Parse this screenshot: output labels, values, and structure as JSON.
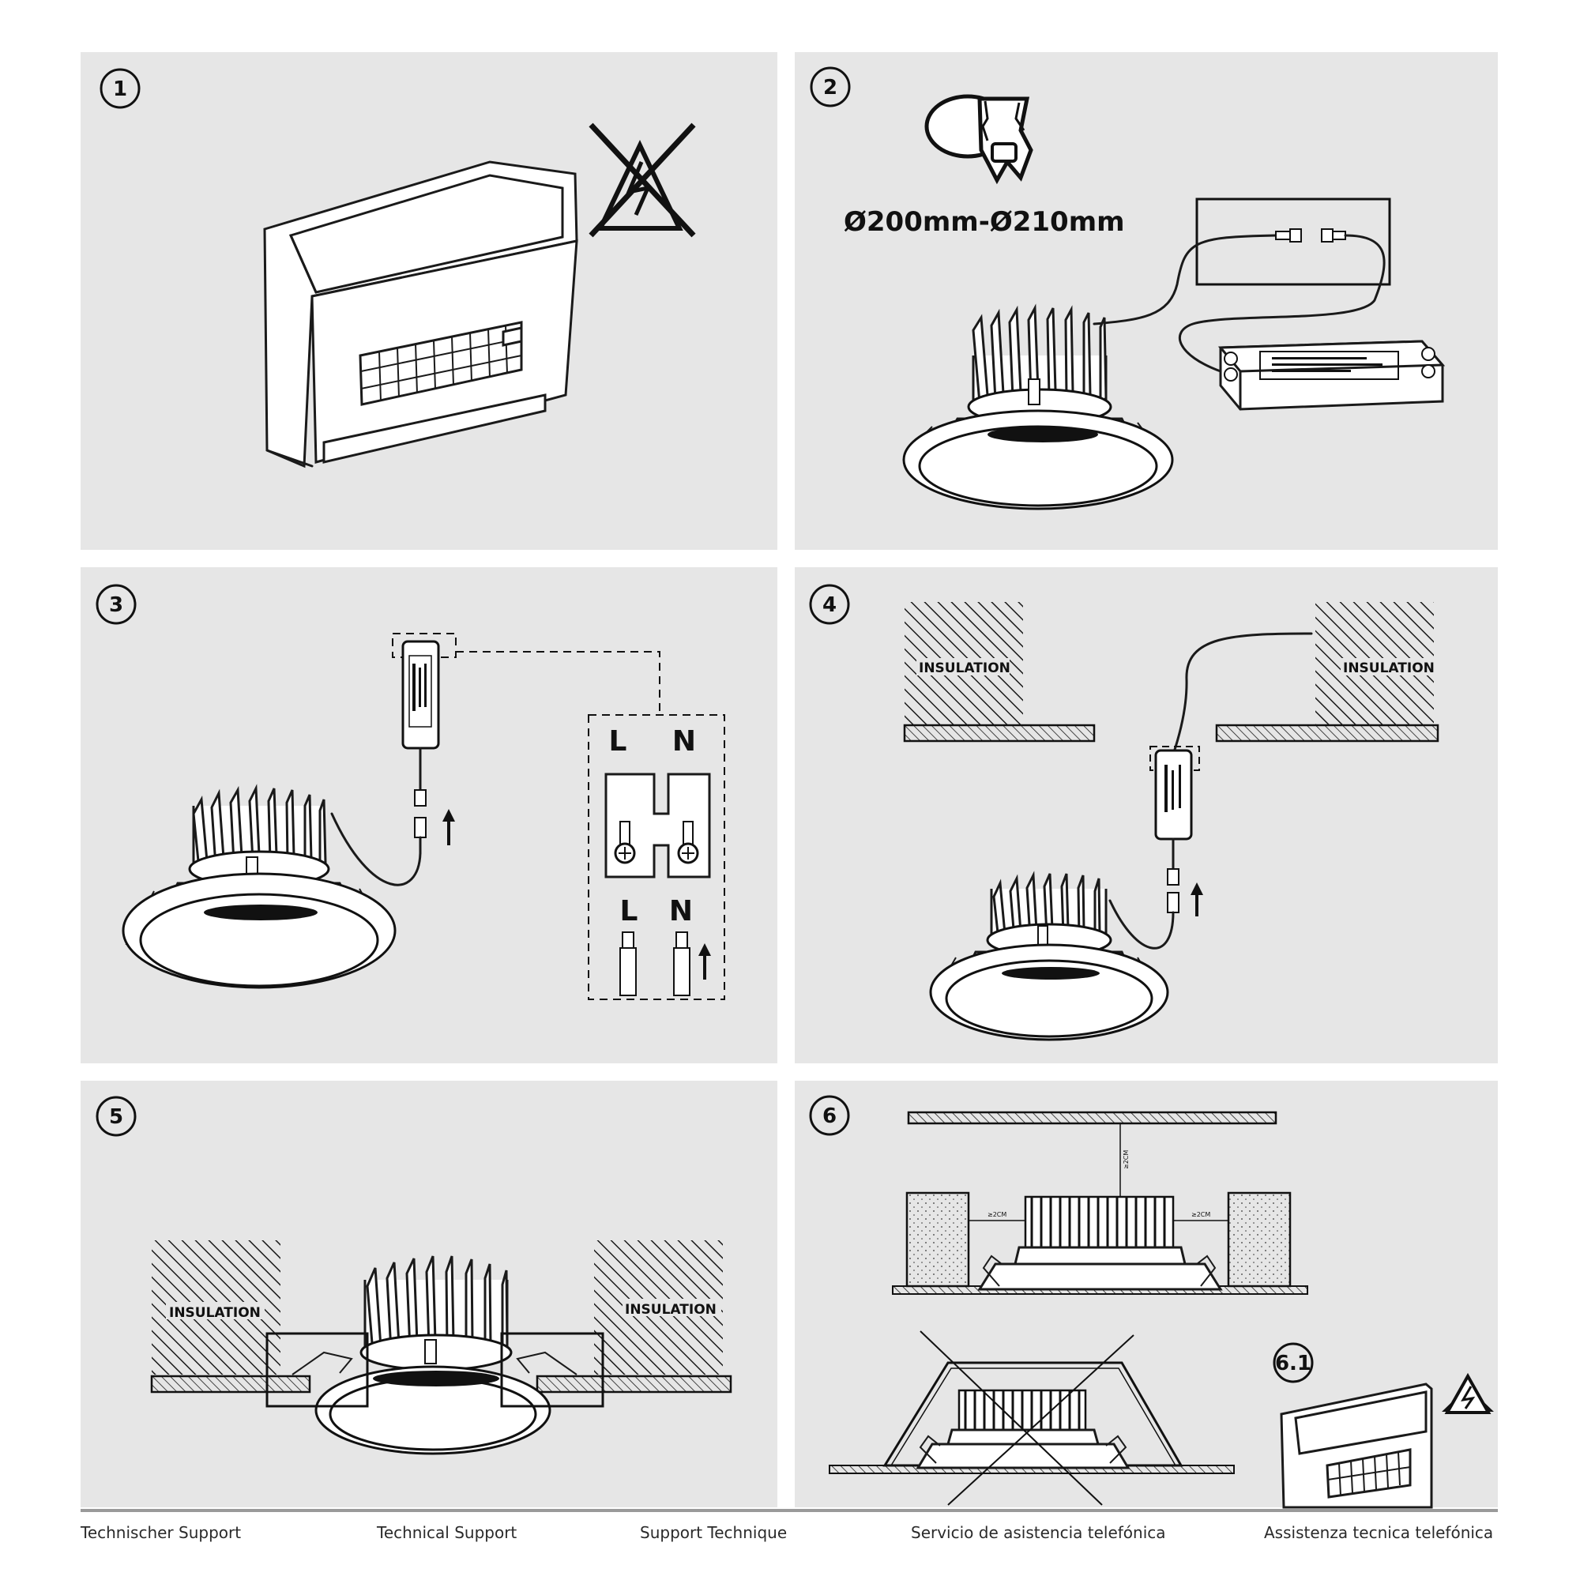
{
  "steps": [
    {
      "number": "1"
    },
    {
      "number": "2",
      "dimension": "Ø200mm-Ø210mm"
    },
    {
      "number": "3",
      "terminal_labels": [
        "L",
        "N",
        "L",
        "N"
      ]
    },
    {
      "number": "4",
      "insulation_label": "INSULATION"
    },
    {
      "number": "5",
      "insulation_label": "INSULATION"
    },
    {
      "number": "6",
      "clearance_label": "≥2CM",
      "sub_step": "6.1"
    }
  ],
  "footer": {
    "links": [
      "Technischer Support",
      "Technical Support",
      "Support Technique",
      "Servicio de asistencia telefónica",
      "Assistenza tecnica telefónica"
    ]
  },
  "icons": [
    "no-voltage-warning-icon",
    "cut-hole-icon",
    "high-voltage-warning-icon",
    "up-arrow-icon"
  ],
  "colors": {
    "panel": "#e6e6e6",
    "line": "#1a1a1a",
    "page": "#ffffff"
  }
}
